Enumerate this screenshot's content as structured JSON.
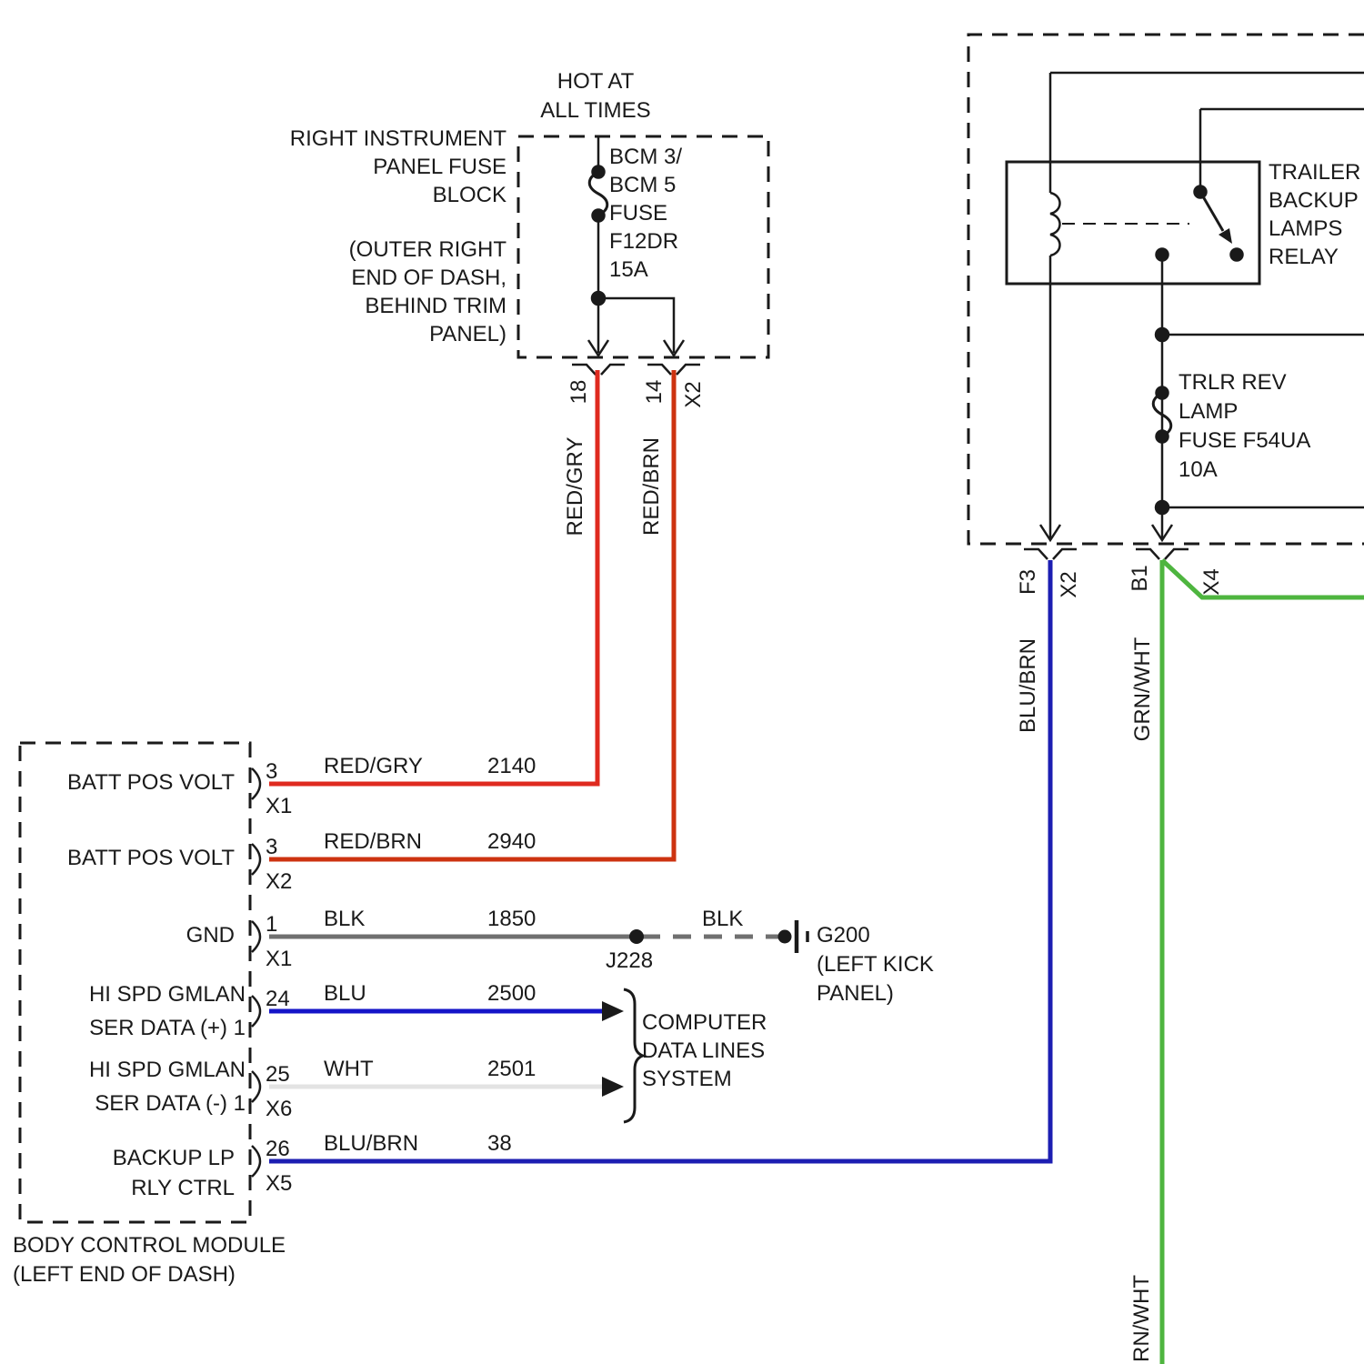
{
  "colors": {
    "line": "#1a1a1a",
    "red_gry": "#df2a1f",
    "red_brn": "#cd3310",
    "blk": "#707070",
    "blu": "#1414c8",
    "wht": "#e3e3e3",
    "blu_brn": "#1c1eb2",
    "grn_wht": "#4eb53f"
  },
  "power_feed": {
    "label_lines": [
      "HOT AT",
      "ALL TIMES"
    ]
  },
  "ip_fuse_block": {
    "name_lines": [
      "RIGHT INSTRUMENT",
      "PANEL FUSE",
      "BLOCK"
    ],
    "location_lines": [
      "(OUTER RIGHT",
      "END OF DASH,",
      "BEHIND TRIM",
      "PANEL)"
    ],
    "fuse_label_lines": [
      "BCM 3/",
      "BCM 5",
      "FUSE",
      "F12DR",
      "15A"
    ],
    "pin_left": "18",
    "pin_right": "14",
    "connector_right": "X2"
  },
  "trailer_box": {
    "relay_label_lines": [
      "TRAILER",
      "BACKUP",
      "LAMPS",
      "RELAY"
    ],
    "fuse_label_lines": [
      "TRLR REV",
      "LAMP",
      "FUSE F54UA",
      "10A"
    ],
    "pin_f3": "F3",
    "conn_x2": "X2",
    "pin_b1": "B1",
    "conn_x4": "X4"
  },
  "vertical_wire_labels": {
    "red_gry": "RED/GRY",
    "red_brn": "RED/BRN",
    "blu_brn": "BLU/BRN",
    "grn_wht": "GRN/WHT",
    "grn_wht_bottom": "RN/WHT"
  },
  "bcm": {
    "rows": [
      {
        "label_lines": [
          "BATT POS VOLT"
        ],
        "pin": "3",
        "conn": "X1",
        "color": "RED/GRY",
        "circuit": "2140"
      },
      {
        "label_lines": [
          "BATT POS VOLT"
        ],
        "pin": "3",
        "conn": "X2",
        "color": "RED/BRN",
        "circuit": "2940"
      },
      {
        "label_lines": [
          "GND"
        ],
        "pin": "1",
        "conn": "X1",
        "color": "BLK",
        "circuit": "1850"
      },
      {
        "label_lines": [
          "HI SPD GMLAN",
          "SER DATA (+) 1"
        ],
        "pin": "24",
        "conn": "",
        "color": "BLU",
        "circuit": "2500"
      },
      {
        "label_lines": [
          "HI SPD GMLAN",
          "SER DATA (-) 1"
        ],
        "pin": "25",
        "conn": "X6",
        "color": "WHT",
        "circuit": "2501"
      },
      {
        "label_lines": [
          "BACKUP LP",
          "RLY CTRL"
        ],
        "pin": "26",
        "conn": "X5",
        "color": "BLU/BRN",
        "circuit": "38"
      }
    ],
    "name_lines": [
      "BODY CONTROL MODULE",
      "(LEFT END OF DASH)"
    ]
  },
  "ground": {
    "splice_label": "J228",
    "wire_color_label": "BLK",
    "name": "G200",
    "location_lines": [
      "(LEFT KICK",
      "PANEL)"
    ]
  },
  "data_lines": {
    "label_lines": [
      "COMPUTER",
      "DATA LINES",
      "SYSTEM"
    ]
  }
}
